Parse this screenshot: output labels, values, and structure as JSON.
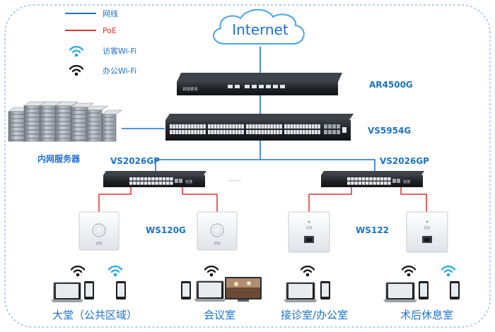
{
  "legend": {
    "wired_label": "网线",
    "poe_label": "PoE",
    "guest_wifi_label": "访客Wi-Fi",
    "office_wifi_label": "办公Wi-Fi"
  },
  "internet": {
    "label": "Internet"
  },
  "devices": {
    "router": {
      "model": "AR4500G",
      "brand": "锐捷睿易"
    },
    "core_switch": {
      "model": "VS5954G"
    },
    "servers": {
      "label": "内网服务器"
    },
    "access_switch_left": {
      "model": "VS2026GP",
      "brand": "锐捷"
    },
    "access_switch_right": {
      "model": "VS2026GP",
      "brand": "锐捷"
    },
    "ceiling_ap_model": {
      "model": "WS120G"
    },
    "panel_ap_model": {
      "model": "WS122"
    },
    "ap_brand": "锐捷"
  },
  "areas": [
    {
      "label": "大堂（公共区域）"
    },
    {
      "label": "会议室"
    },
    {
      "label": "接诊室/办公室"
    },
    {
      "label": "术后休息室"
    }
  ],
  "colors": {
    "wired": "#1f6fd1",
    "poe": "#e0312f",
    "guest_wifi": "#29a9e0",
    "office_wifi": "#111111",
    "frame": "#7fb3e8"
  }
}
